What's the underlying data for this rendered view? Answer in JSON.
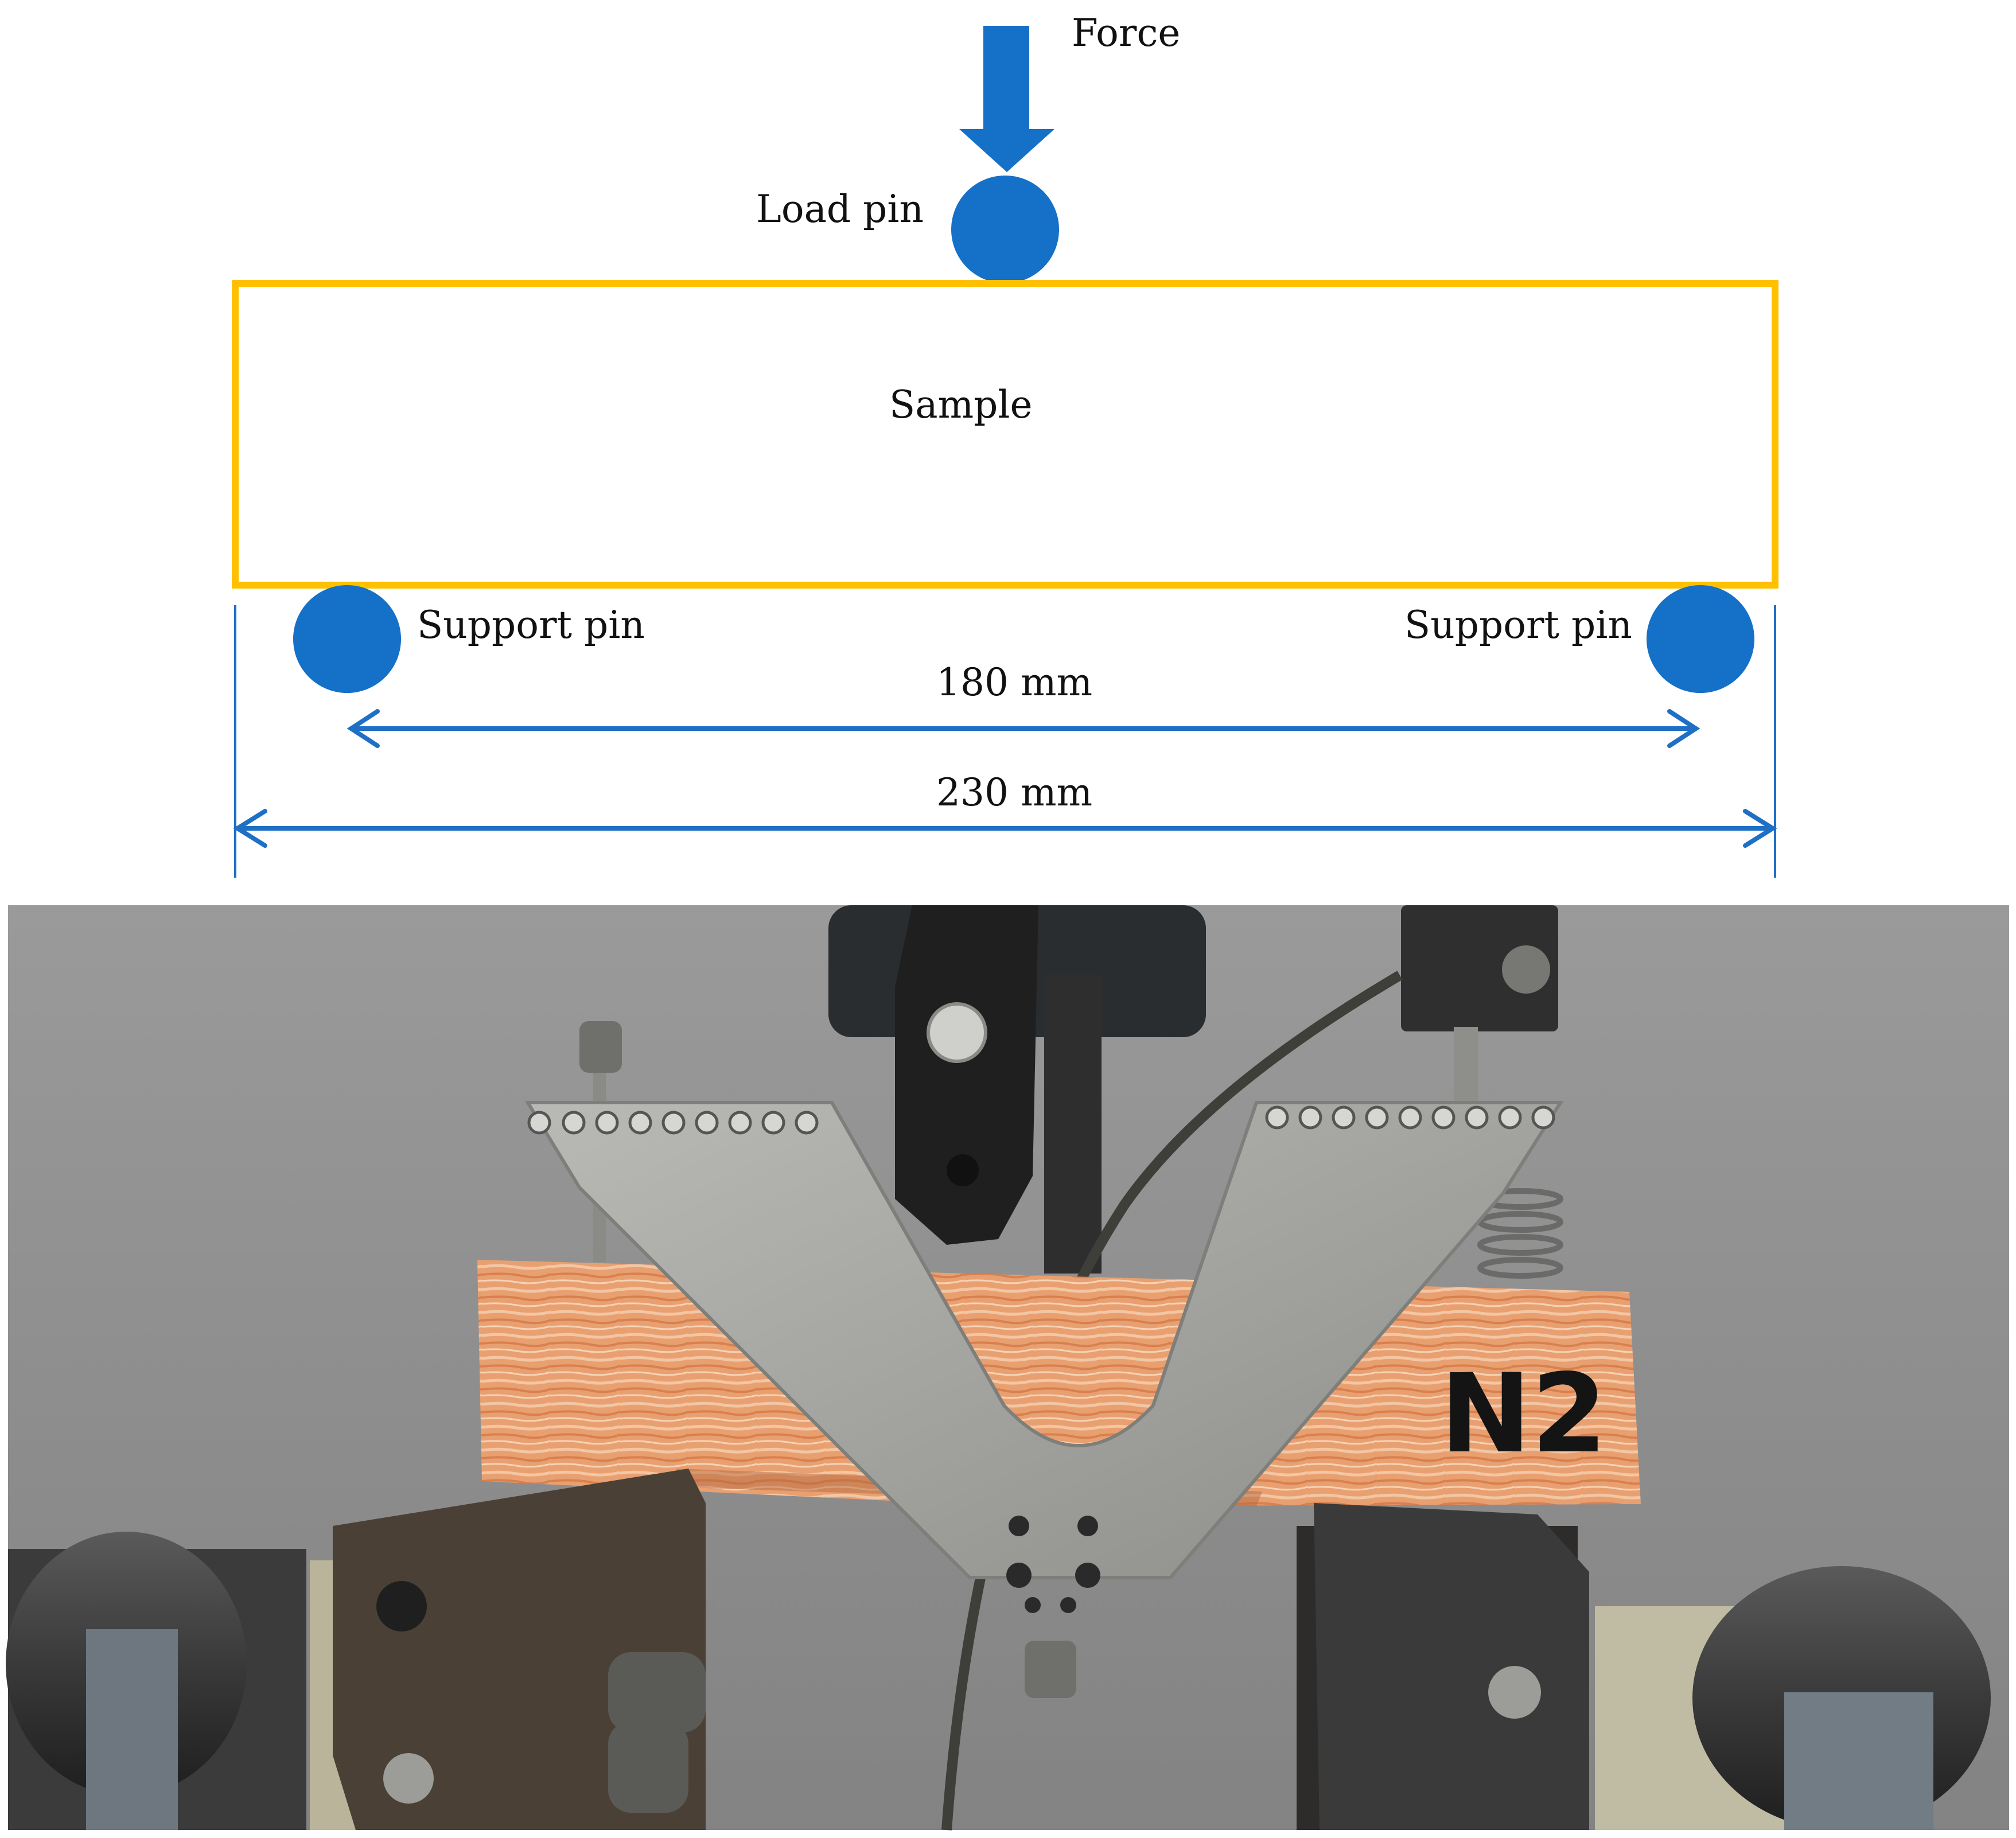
{
  "diagram": {
    "force_label": "Force",
    "load_pin_label": "Load pin",
    "sample_label": "Sample",
    "support_pin_left_label": "Support pin",
    "support_pin_right_label": "Support pin",
    "span_inner_label": "180 mm",
    "span_outer_label": "230 mm"
  },
  "photo": {
    "specimen_marking": "N2"
  },
  "colors": {
    "pin_blue": "#1570C8",
    "sample_outline": "#FFC000",
    "dimension_line": "#1F6FC5",
    "background": "#FFFFFF",
    "wall_gray": "#8E8E8E",
    "wood_orange": "#E9A071",
    "steel": "#A9A9A6",
    "dark_metal": "#2B2B2B"
  },
  "icons": {
    "force_arrow": "down-arrow-icon",
    "pins": "circle-icon",
    "dimensions": "double-headed-arrow-icon"
  }
}
